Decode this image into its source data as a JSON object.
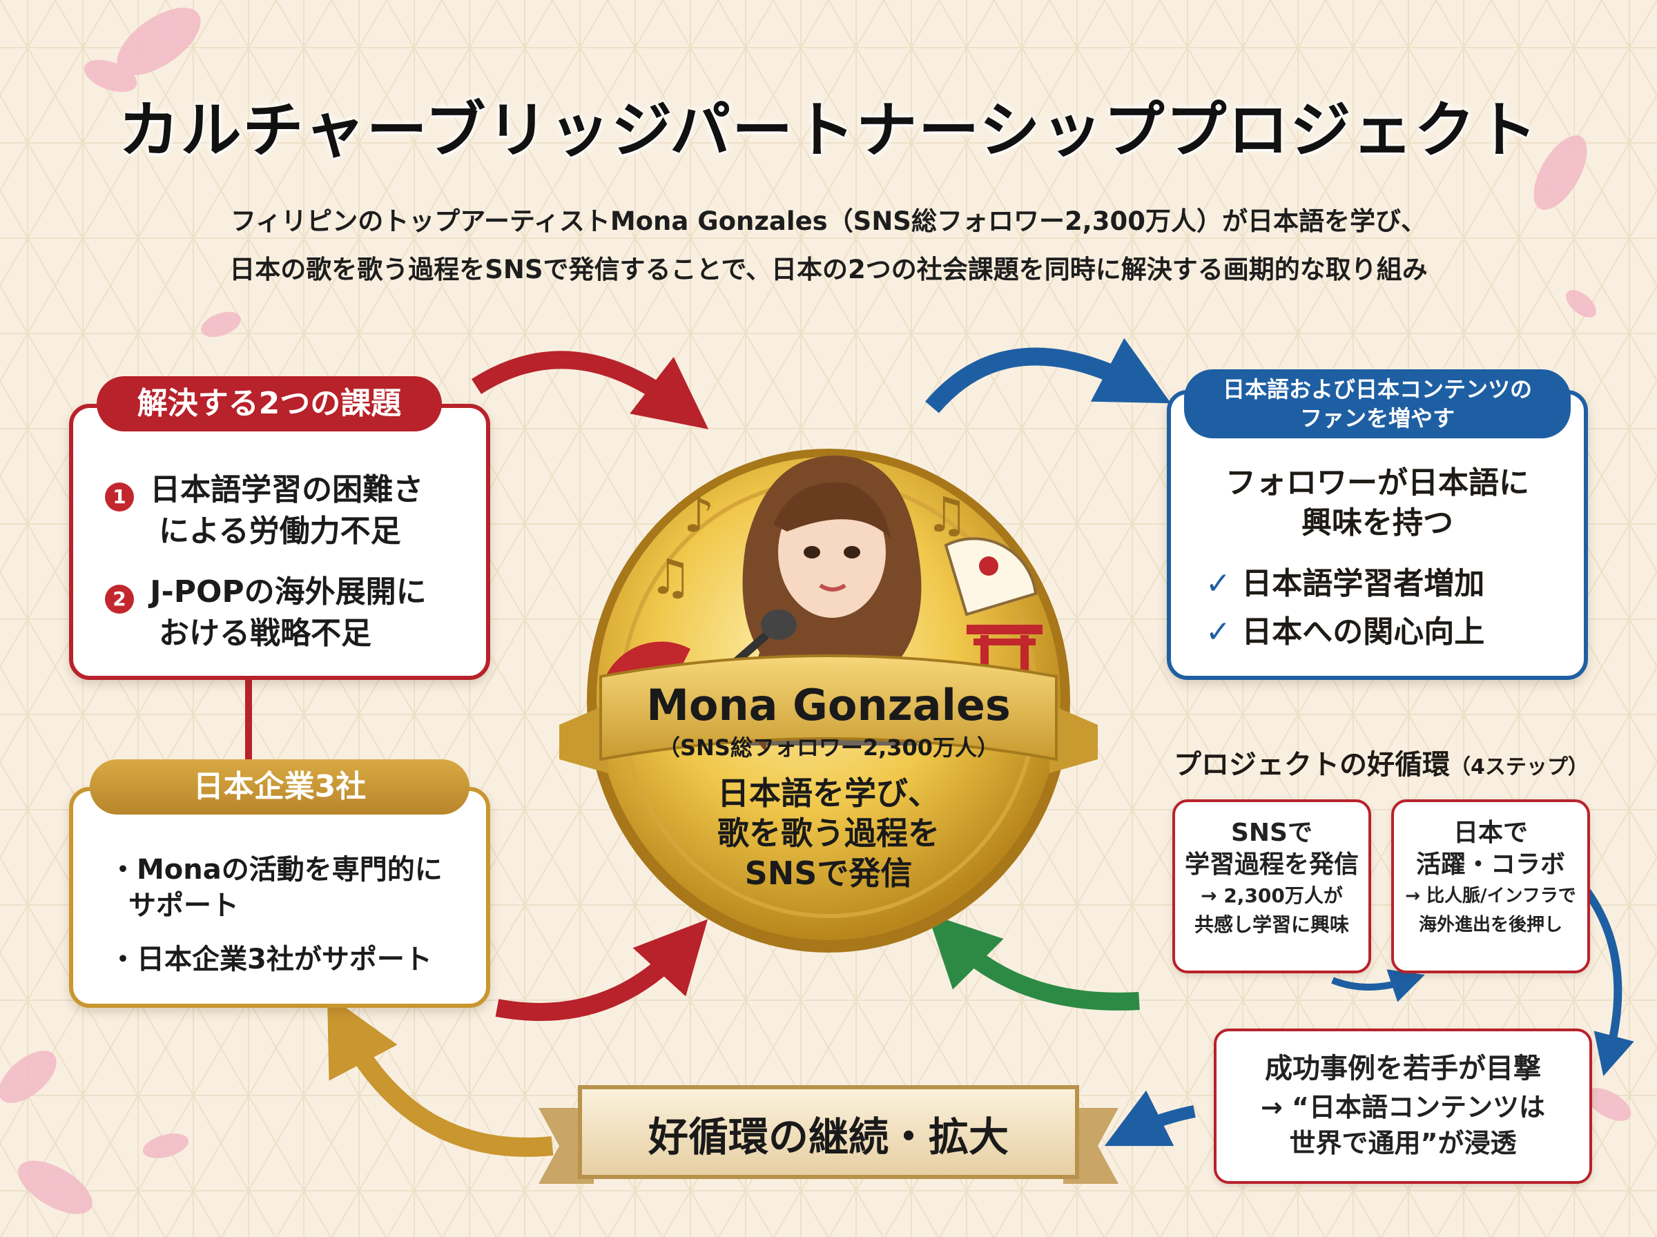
{
  "title": "カルチャーブリッジパートナーシッププロジェクト",
  "subtitle": {
    "line1": "フィリピンのトップアーティストMona Gonzales（SNS総フォロワー2,300万人）が日本語を学び、",
    "line2": "日本の歌を歌う過程をSNSで発信することで、日本の2つの社会課題を同時に解決する画期的な取り組み"
  },
  "issues_card": {
    "header": "解決する2つの課題",
    "items": [
      {
        "num": "1",
        "line1": "日本語学習の困難さ",
        "line2": "による労働力不足"
      },
      {
        "num": "2",
        "line1": "J-POPの海外展開に",
        "line2": "おける戦略不足"
      }
    ]
  },
  "companies_card": {
    "header": "日本企業3社",
    "bullets": [
      {
        "line1": "・Monaの活動を専門的に",
        "line2": "サポート"
      },
      {
        "line1": "・日本企業3社がサポート",
        "line2": ""
      }
    ]
  },
  "center_medal": {
    "name": "Mona Gonzales",
    "followers": "（SNS総フォロワー2,300万人）",
    "desc": [
      "日本語を学び、",
      "歌を歌う過程を",
      "SNSで発信"
    ]
  },
  "fans_card": {
    "header_line1": "日本語および日本コンテンツの",
    "header_line2": "ファンを増やす",
    "headline_line1": "フォロワーが日本語に",
    "headline_line2": "興味を持つ",
    "checks": [
      "日本語学習者増加",
      "日本への関心向上"
    ]
  },
  "cycle": {
    "title": "プロジェクトの好循環",
    "title_suffix": "（4ステップ）",
    "step1": {
      "l1": "SNSで",
      "l2": "学習過程を発信",
      "l3": "→ 2,300万人が",
      "l4": "共感し学習に興味"
    },
    "step2": {
      "l1": "日本で",
      "l2": "活躍・コラボ",
      "l3": "→ 比人脈/インフラで",
      "l4": "海外進出を後押し"
    },
    "step3": {
      "l1": "成功事例を若手が目撃",
      "l2": "→ “日本語コンテンツは",
      "l3": "世界で通用”が浸透"
    }
  },
  "banner": "好循環の継続・拡大",
  "colors": {
    "red": "#b8222b",
    "gold": "#c9962f",
    "blue": "#1e5fa3",
    "green": "#2c8a45",
    "cream": "#f8efe0"
  }
}
